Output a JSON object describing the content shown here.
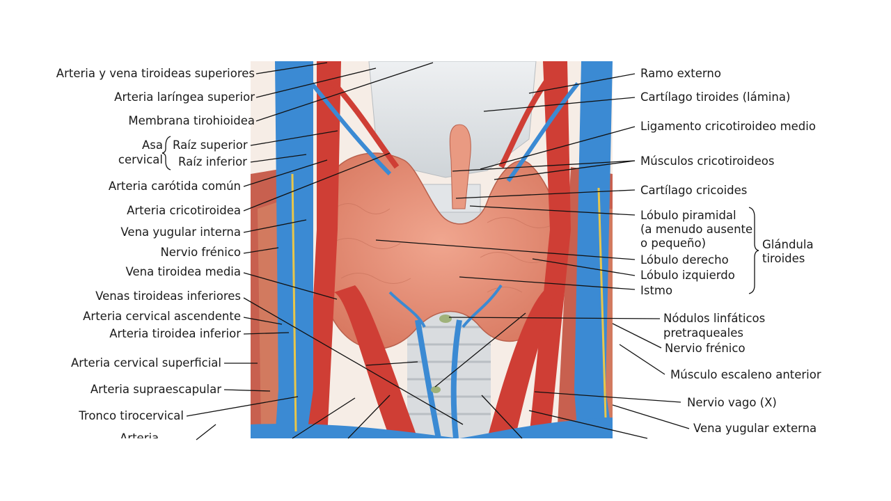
{
  "labels": {
    "left": {
      "arteria_vena_tiroideas_superiores": "Arteria y vena tiroideas superiores",
      "arteria_laringea_superior": "Arteria laríngea superior",
      "membrana_tirohioidea": "Membrana tirohioidea",
      "asa": "Asa",
      "cervical": "cervical",
      "raiz_superior": "Raíz superior",
      "raiz_inferior": "Raíz inferior",
      "arteria_carotida_comun": "Arteria carótida común",
      "arteria_cricotiroidea": "Arteria cricotiroidea",
      "vena_yugular_interna": "Vena yugular interna",
      "nervio_frenico": "Nervio frénico",
      "vena_tiroidea_media": "Vena tiroidea media",
      "venas_tiroideas_inferiores": "Venas tiroideas inferiores",
      "arteria_cervical_ascendente": "Arteria cervical ascendente",
      "arteria_tiroidea_inferior": "Arteria tiroidea inferior",
      "arteria_cervical_superficial": "Arteria cervical superficial",
      "arteria_supraescapular": "Arteria supraescapular",
      "tronco_tirocervical": "Tronco tirocervical",
      "arteria_cut": "Arteria"
    },
    "right": {
      "ramo_externo": "Ramo externo",
      "cartilago_tiroides": "Cartílago tiroides (lámina)",
      "ligamento_cricotiroideo_medio": "Ligamento cricotiroideo medio",
      "musculos_cricotiroideos": "Músculos cricotiroideos",
      "cartilago_cricoides": "Cartílago cricoides",
      "lobulo_piramidal_1": "Lóbulo piramidal",
      "lobulo_piramidal_2": "(a menudo ausente",
      "lobulo_piramidal_3": "o pequeño)",
      "lobulo_derecho": "Lóbulo derecho",
      "lobulo_izquierdo": "Lóbulo izquierdo",
      "istmo": "Istmo",
      "glandula_1": "Glándula",
      "glandula_2": "tiroides",
      "nodulos_1": "Nódulos linfáticos",
      "nodulos_2": "pretraqueales",
      "nervio_frenico_r": "Nervio frénico",
      "musculo_escaleno": "Músculo escaleno anterior",
      "nervio_vago": "Nervio vago (X)",
      "vena_yugular_externa": "Vena yugular externa"
    }
  },
  "colors": {
    "artery": "#d8433a",
    "vein": "#3f8fd6",
    "thyroid": "#e8937b",
    "cartilage": "#dfe3e6",
    "muscle": "#c95b4a",
    "leader": "#111111"
  }
}
